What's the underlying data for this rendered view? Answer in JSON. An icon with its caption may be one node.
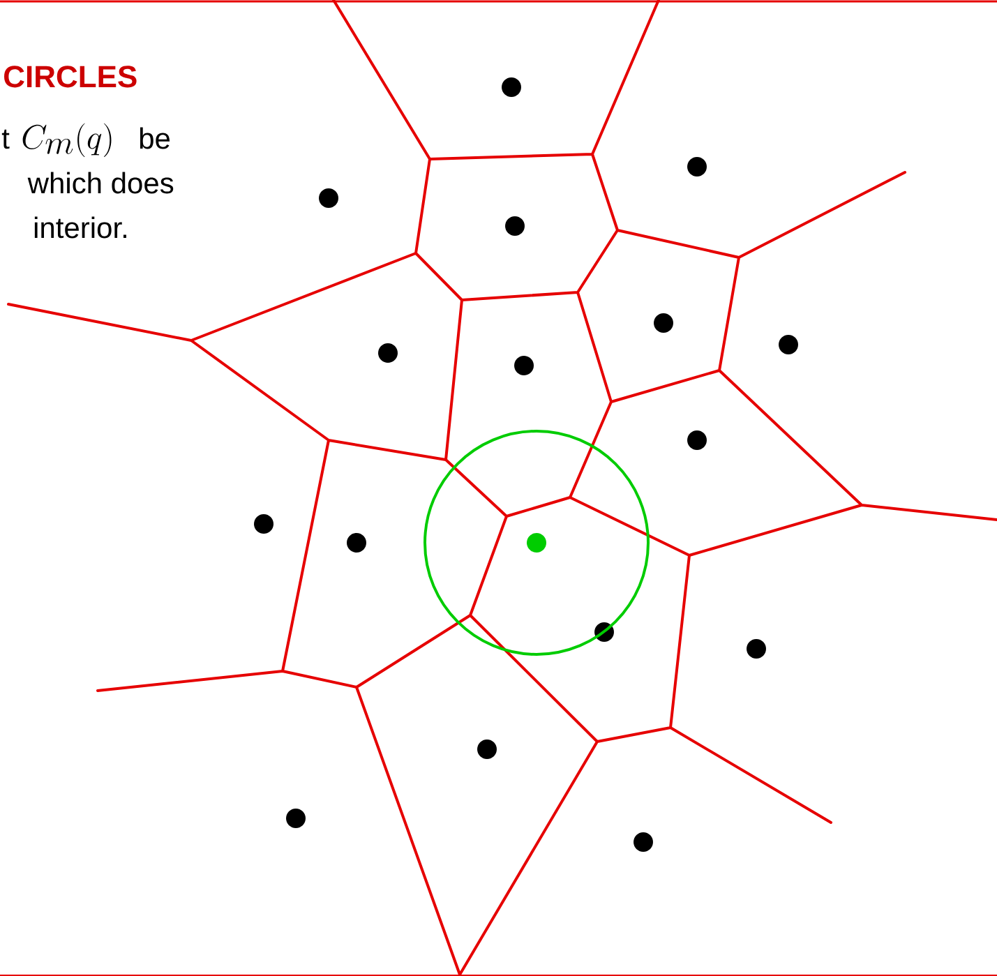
{
  "diagram": {
    "title": "CIRCLES",
    "labels": [
      "t",
      "C_m(q)",
      "be",
      "which does",
      "interior."
    ]
  }
}
